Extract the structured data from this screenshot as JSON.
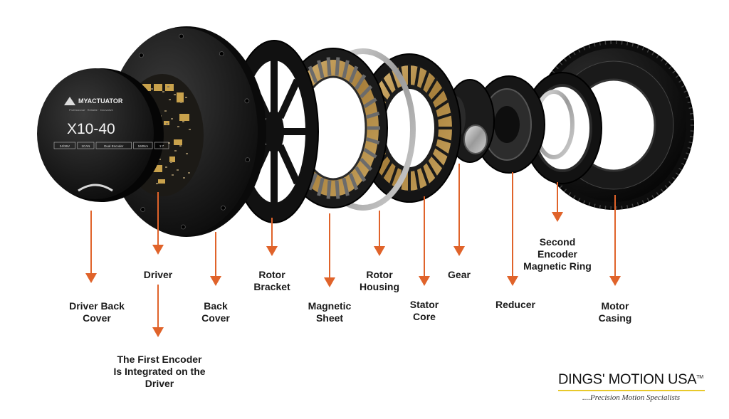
{
  "labels": {
    "driver_back_cover": "Driver Back\nCover",
    "driver": "Driver",
    "first_encoder": "The First Encoder\nIs Integrated on the\nDriver",
    "back_cover": "Back\nCover",
    "rotor_bracket": "Rotor\nBracket",
    "magnetic_sheet": "Magnetic\nSheet",
    "rotor_housing": "Rotor\nHousing",
    "stator_core": "Stator\nCore",
    "gear": "Gear",
    "reducer": "Reducer",
    "second_encoder": "Second\nEncoder\nMagnetic Ring",
    "motor_casing": "Motor\nCasing"
  },
  "product": {
    "brand": "MYACTUATOR",
    "tagline": "Professional · Reliable · Innovative",
    "model": "X10-40",
    "specs": [
      "24/36V",
      "1CAN",
      "Dual Encoder",
      "160Nm",
      "1:7"
    ]
  },
  "logo": {
    "name": "DINGS' MOTION USA",
    "tm": "TM",
    "tagline": "....Precision Motion Specialists"
  },
  "colors": {
    "arrow": "#e0632a",
    "part_dark": "#111111",
    "brass": "#b89452",
    "logo_bar": "#e8c92b"
  }
}
